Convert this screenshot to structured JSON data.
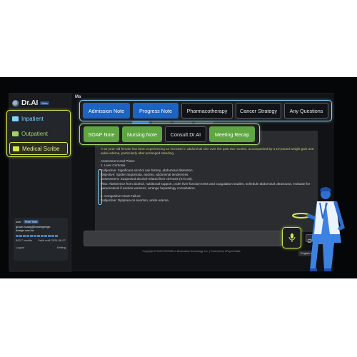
{
  "app": {
    "brand": "Dr.AI",
    "badge": "Beta",
    "title": "Ma"
  },
  "sidebar": {
    "items": [
      {
        "label": "Inpatient",
        "icon": "bed-icon"
      },
      {
        "label": "Outpatient",
        "icon": "clinic-icon"
      },
      {
        "label": "Medical Scribe",
        "icon": "scribe-icon"
      }
    ],
    "account": {
      "user_label": "user",
      "plan": "Free Trial",
      "email": "grace.huang@leadingedge-design.com.tw",
      "credits": "593.7 credits",
      "valid_until": "Valid until 2024-08-07",
      "logout": "Logout",
      "setting": "Setting"
    }
  },
  "note_tabs": [
    "Admission Note",
    "Progress Note",
    "Pharmacotherapy",
    "Cancer Strategy",
    "Any Questions"
  ],
  "scribe_tabs": [
    "SOAP Note",
    "Nursing Note",
    "Consult Dr.AI",
    "Meeting Recap"
  ],
  "chat": {
    "intro": "A 52-year-old female has been experiencing an increase in abdominal size over the past two months, accompanied by a 10-pound weight gain and ankle edema, particularly after prolonged standing.",
    "assessment_heading": "Assessment and Plans:",
    "p1_title": "1. Liver Cirrhosis",
    "p1_s": "Subjective: Significant alcohol use history, abdominal distention.",
    "p1_o": "Objective: Spider angiomata, ascites, abdominal tenderness.",
    "p1_a": "Assessment: Suspected alcohol-related liver cirrhosis (K70.30).",
    "p1_p": "Plan: Abstinence from alcohol, nutritional support, order liver function tests and coagulation studies, schedule abdominal ultrasound, evaluate for paracentesis if ascites worsens, arrange hepatology consultation.",
    "p2_title": "2. Congestive Heart Failure",
    "p2_s": "Subjective: Dyspnea on exertion, ankle edema."
  },
  "footer": {
    "copyright": "Copyright © 2023 INTOWELL Biomedical Technology, Inc. | Powered by ePsycheVista",
    "language": "English"
  },
  "colors": {
    "accent_blue": "#1c64c4",
    "accent_green": "#5fa642",
    "highlight_yellow": "#d7e84a",
    "outline_cyan": "#86d1f5"
  }
}
